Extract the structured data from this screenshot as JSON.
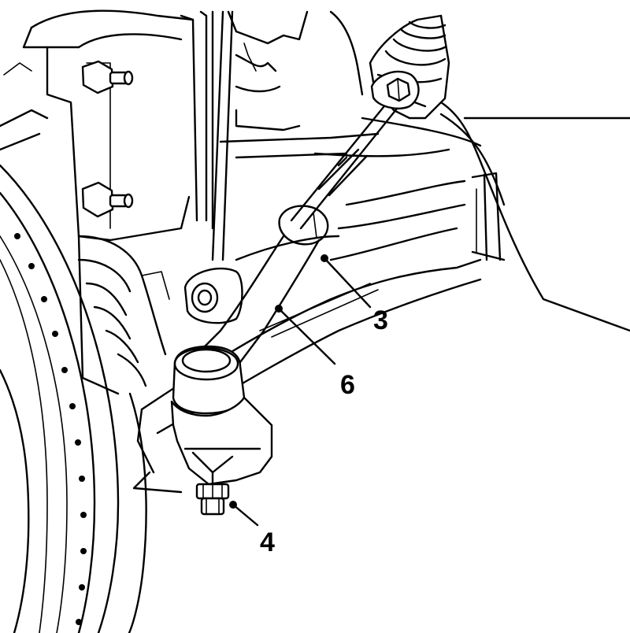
{
  "figure": {
    "callouts": [
      {
        "id": "callout-3",
        "label": "3"
      },
      {
        "id": "callout-6",
        "label": "6"
      },
      {
        "id": "callout-4",
        "label": "4"
      }
    ]
  }
}
